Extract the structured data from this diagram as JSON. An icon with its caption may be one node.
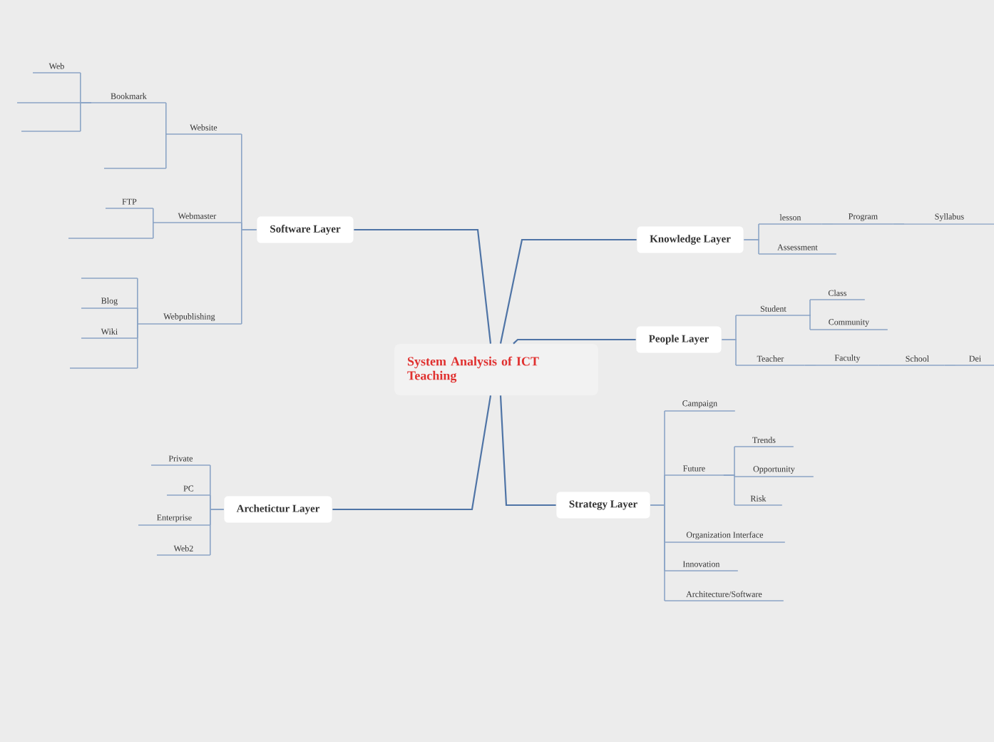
{
  "diagram": {
    "nodes": [
      {
        "text": [
          "System Analysis of ICT Teaching"
        ]
      },
      {
        "text": [
          "Software Layer"
        ]
      },
      {
        "text": [
          "Website"
        ]
      },
      {
        "text": [
          "Bookmark"
        ]
      },
      {
        "text": [
          "Web"
        ]
      },
      {
        "text": [],
        "shape": "line"
      },
      {
        "text": [],
        "shape": "line"
      },
      {
        "text": [],
        "shape": "line"
      },
      {
        "text": [
          "Webmaster"
        ]
      },
      {
        "text": [
          "FTP"
        ]
      },
      {
        "text": [],
        "shape": "line"
      },
      {
        "text": [
          "Webpublishing"
        ]
      },
      {
        "text": [],
        "shape": "line"
      },
      {
        "text": [
          "Blog"
        ]
      },
      {
        "text": [
          "Wiki"
        ]
      },
      {
        "text": [],
        "shape": "line"
      },
      {
        "text": [
          "Knowledge Layer"
        ]
      },
      {
        "text": [
          "lesson"
        ]
      },
      {
        "text": [
          "Program"
        ]
      },
      {
        "text": [
          "Syllabus"
        ]
      },
      {
        "text": [
          "Assessment"
        ]
      },
      {
        "text": [
          "People Layer"
        ]
      },
      {
        "text": [
          "Student"
        ]
      },
      {
        "text": [
          "Class"
        ]
      },
      {
        "text": [
          "Community"
        ]
      },
      {
        "text": [
          "Teacher"
        ]
      },
      {
        "text": [
          "Faculty"
        ]
      },
      {
        "text": [
          "School"
        ]
      },
      {
        "text": [
          "Dei"
        ]
      },
      {
        "text": [
          "Archetictur Layer"
        ]
      },
      {
        "text": [
          "Private"
        ]
      },
      {
        "text": [
          "PC"
        ]
      },
      {
        "text": [
          "Enterprise"
        ]
      },
      {
        "text": [
          "Web2"
        ]
      },
      {
        "text": [
          "Strategy Layer"
        ]
      },
      {
        "text": [
          "Campaign"
        ]
      },
      {
        "text": [
          "Future"
        ]
      },
      {
        "text": [
          "Trends"
        ]
      },
      {
        "text": [
          "Opportunity"
        ]
      },
      {
        "text": [
          "Risk"
        ]
      },
      {
        "text": [
          "Organization Interface"
        ]
      },
      {
        "text": [
          "Innovation"
        ]
      },
      {
        "text": [
          "Architecture/Software"
        ]
      }
    ],
    "edges": [
      {
        "from": 0,
        "to": 1,
        "arrow": "none"
      },
      {
        "from": 1,
        "to": 2,
        "arrow": "none"
      },
      {
        "from": 2,
        "to": 3,
        "arrow": "none"
      },
      {
        "from": 3,
        "to": 4,
        "arrow": "none"
      },
      {
        "from": 3,
        "to": 5,
        "arrow": "none"
      },
      {
        "from": 3,
        "to": 6,
        "arrow": "none"
      },
      {
        "from": 2,
        "to": 7,
        "arrow": "none"
      },
      {
        "from": 1,
        "to": 8,
        "arrow": "none"
      },
      {
        "from": 8,
        "to": 9,
        "arrow": "none"
      },
      {
        "from": 8,
        "to": 10,
        "arrow": "none"
      },
      {
        "from": 1,
        "to": 11,
        "arrow": "none"
      },
      {
        "from": 11,
        "to": 12,
        "arrow": "none"
      },
      {
        "from": 11,
        "to": 13,
        "arrow": "none"
      },
      {
        "from": 11,
        "to": 14,
        "arrow": "none"
      },
      {
        "from": 11,
        "to": 15,
        "arrow": "none"
      },
      {
        "from": 0,
        "to": 16,
        "arrow": "none"
      },
      {
        "from": 16,
        "to": 17,
        "arrow": "none"
      },
      {
        "from": 17,
        "to": 18,
        "arrow": "none"
      },
      {
        "from": 18,
        "to": 19,
        "arrow": "none"
      },
      {
        "from": 16,
        "to": 20,
        "arrow": "none"
      },
      {
        "from": 0,
        "to": 21,
        "arrow": "none"
      },
      {
        "from": 21,
        "to": 22,
        "arrow": "none"
      },
      {
        "from": 22,
        "to": 23,
        "arrow": "none"
      },
      {
        "from": 22,
        "to": 24,
        "arrow": "none"
      },
      {
        "from": 21,
        "to": 25,
        "arrow": "none"
      },
      {
        "from": 25,
        "to": 26,
        "arrow": "none"
      },
      {
        "from": 26,
        "to": 27,
        "arrow": "none"
      },
      {
        "from": 27,
        "to": 28,
        "arrow": "none"
      },
      {
        "from": 0,
        "to": 29,
        "arrow": "none"
      },
      {
        "from": 29,
        "to": 30,
        "arrow": "none"
      },
      {
        "from": 29,
        "to": 31,
        "arrow": "none"
      },
      {
        "from": 29,
        "to": 32,
        "arrow": "none"
      },
      {
        "from": 29,
        "to": 33,
        "arrow": "none"
      },
      {
        "from": 0,
        "to": 34,
        "arrow": "none"
      },
      {
        "from": 34,
        "to": 35,
        "arrow": "none"
      },
      {
        "from": 34,
        "to": 36,
        "arrow": "none"
      },
      {
        "from": 36,
        "to": 37,
        "arrow": "none"
      },
      {
        "from": 36,
        "to": 38,
        "arrow": "none"
      },
      {
        "from": 36,
        "to": 39,
        "arrow": "none"
      },
      {
        "from": 34,
        "to": 40,
        "arrow": "none"
      },
      {
        "from": 34,
        "to": 41,
        "arrow": "none"
      },
      {
        "from": 34,
        "to": 42,
        "arrow": "none"
      }
    ]
  }
}
